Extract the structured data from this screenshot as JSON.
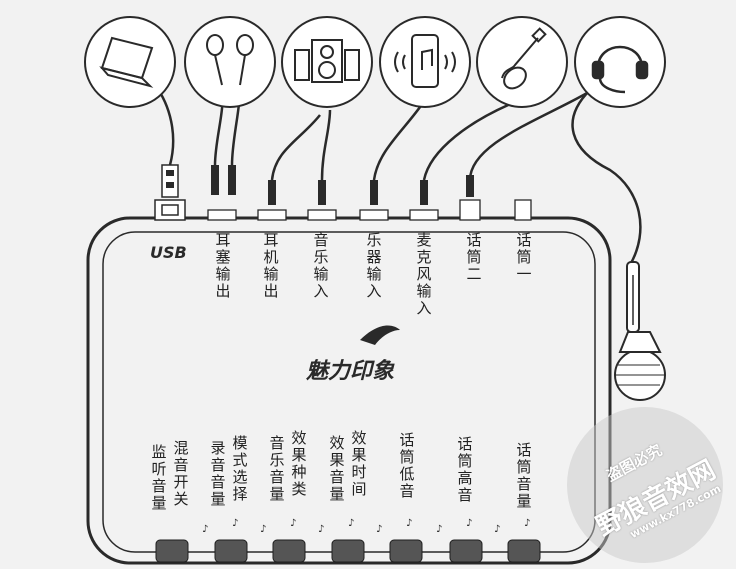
{
  "device": {
    "usb_label": "USB",
    "brand": "魅力印象"
  },
  "top_ports": [
    {
      "id": "earbuds",
      "label": "耳塞输出"
    },
    {
      "id": "headphones",
      "label": "耳机输出"
    },
    {
      "id": "music-in",
      "label": "音乐输入"
    },
    {
      "id": "instrument-in",
      "label": "乐器输入"
    },
    {
      "id": "mic-in",
      "label": "麦克风输入"
    },
    {
      "id": "mic2",
      "label": "话筒二"
    },
    {
      "id": "mic1",
      "label": "话筒一"
    }
  ],
  "knobs": [
    {
      "id": "monitor",
      "label": "监听音量"
    },
    {
      "id": "mix-switch",
      "label": "混音开关"
    },
    {
      "id": "rec-vol",
      "label": "录音音量"
    },
    {
      "id": "mode",
      "label": "模式选择"
    },
    {
      "id": "music-vol",
      "label": "音乐音量"
    },
    {
      "id": "effect-type",
      "label": "效果种类"
    },
    {
      "id": "effect-vol",
      "label": "效果音量"
    },
    {
      "id": "effect-time",
      "label": "效果时间"
    },
    {
      "id": "mic-low",
      "label": "话筒低音"
    },
    {
      "id": "mic-high",
      "label": "话筒高音"
    },
    {
      "id": "mic-vol",
      "label": "话筒音量"
    }
  ],
  "devices": [
    {
      "name": "laptop-icon"
    },
    {
      "name": "earbuds-icon"
    },
    {
      "name": "speakers-icon"
    },
    {
      "name": "phone-music-icon"
    },
    {
      "name": "guitar-icon"
    },
    {
      "name": "headset-mic-icon"
    }
  ],
  "watermark": {
    "line1": "盗图必究",
    "line2": "野狼音效网",
    "url": "www.kx778.com",
    "color": "#b5b5b5"
  }
}
